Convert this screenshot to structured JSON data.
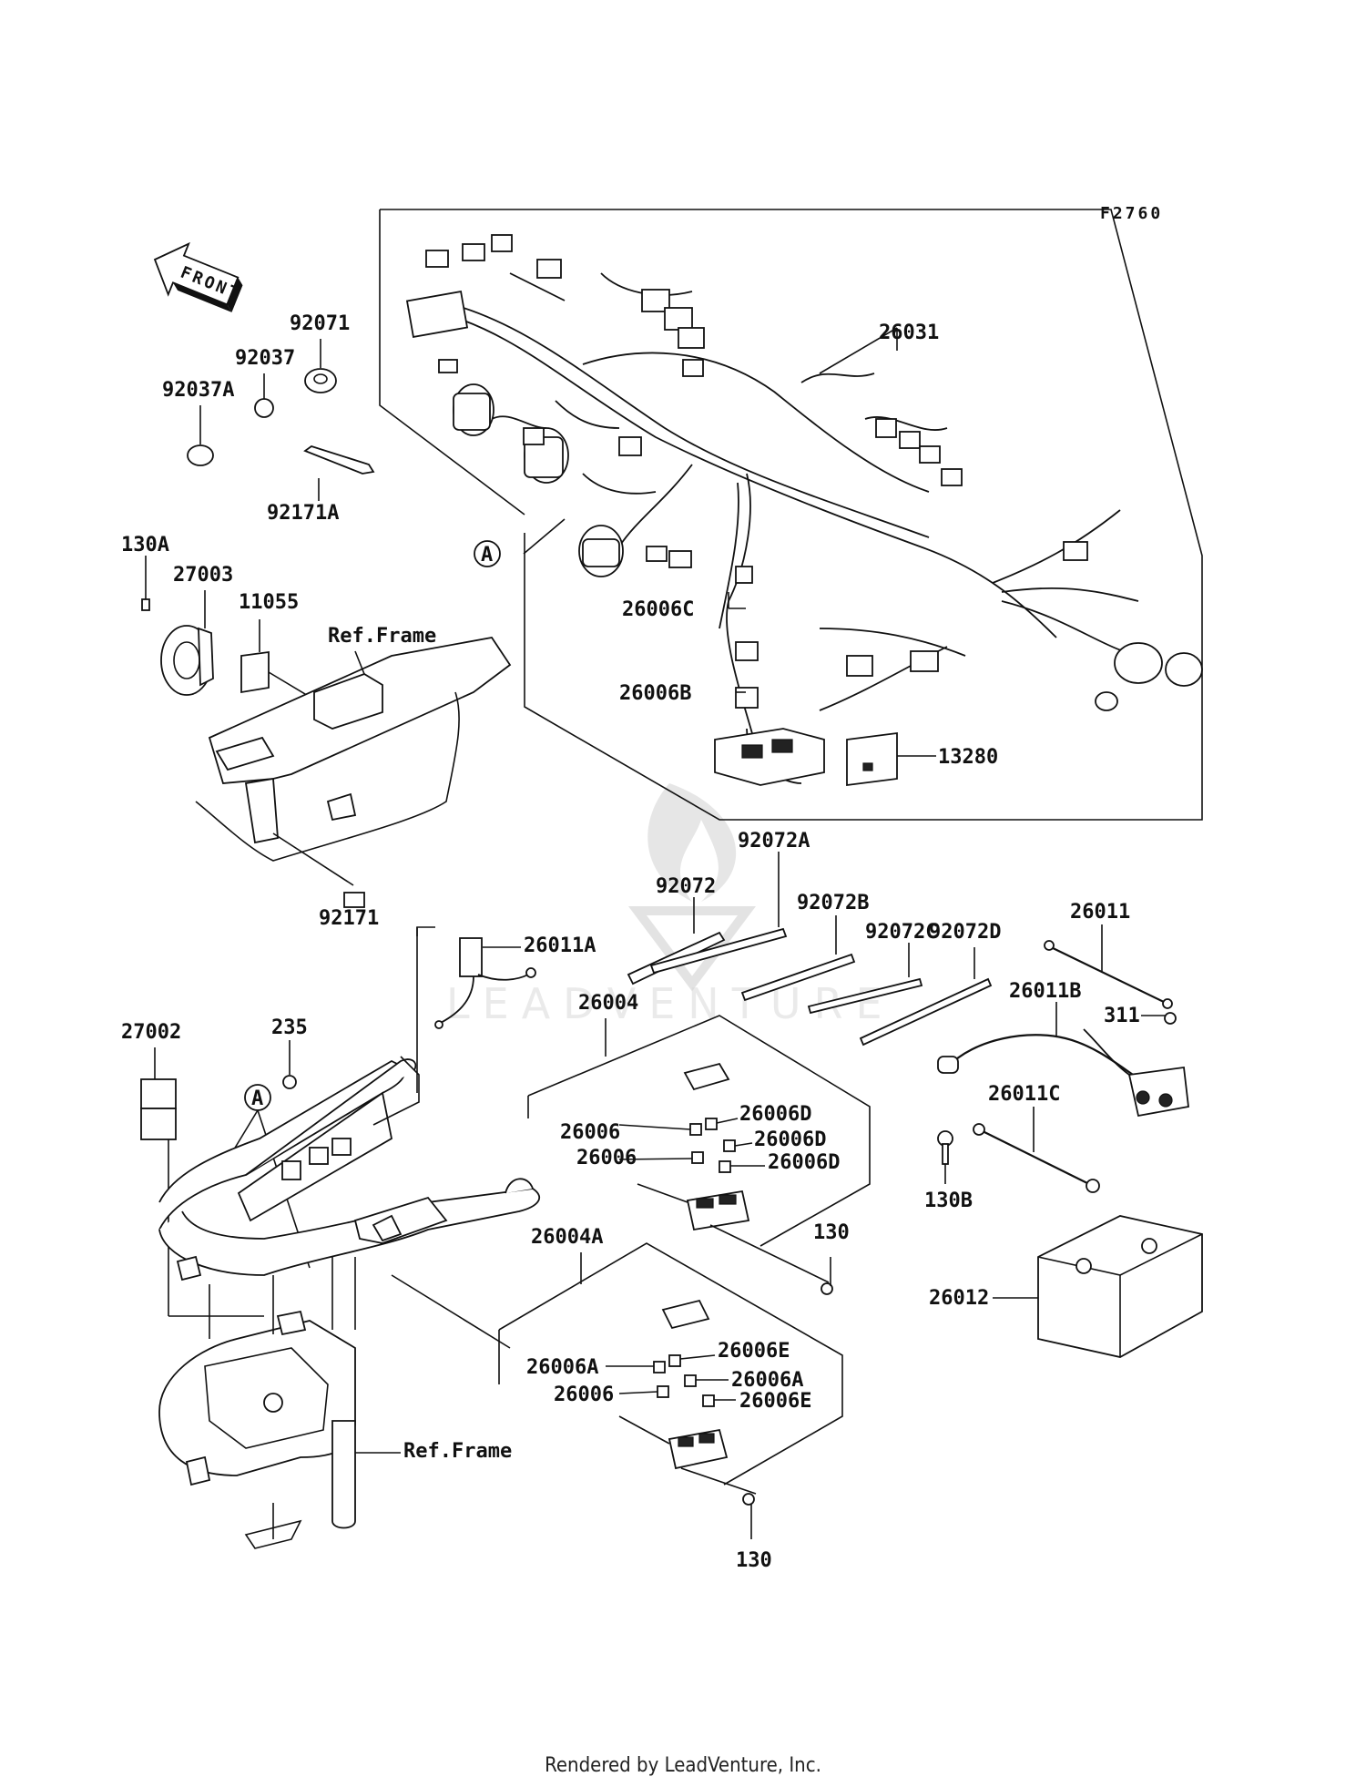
{
  "figure_code": "F2760",
  "front_arrow_label": "FRONT",
  "watermark_text": "LEADVENTURE",
  "footer_text": "Rendered by LeadVenture, Inc.",
  "ref_label": "A",
  "frame_ref_label": "Ref.Frame",
  "parts": {
    "p26031": "26031",
    "p92071": "92071",
    "p92037": "92037",
    "p92037A": "92037A",
    "p92171A": "92171A",
    "p130A": "130A",
    "p27003": "27003",
    "p11055": "11055",
    "p92171": "92171",
    "p26006C": "26006C",
    "p26006B": "26006B",
    "p13280": "13280",
    "p92072": "92072",
    "p92072A": "92072A",
    "p92072B": "92072B",
    "p92072C": "92072C",
    "p92072D": "92072D",
    "p26011": "26011",
    "p26011A": "26011A",
    "p26011B": "26011B",
    "p26011C": "26011C",
    "p311": "311",
    "p130B": "130B",
    "p26012": "26012",
    "p27002": "27002",
    "p235": "235",
    "p26004": "26004",
    "p26004A": "26004A",
    "p26006": "26006",
    "p26006D": "26006D",
    "p26006A": "26006A",
    "p26006E": "26006E",
    "p130": "130"
  }
}
